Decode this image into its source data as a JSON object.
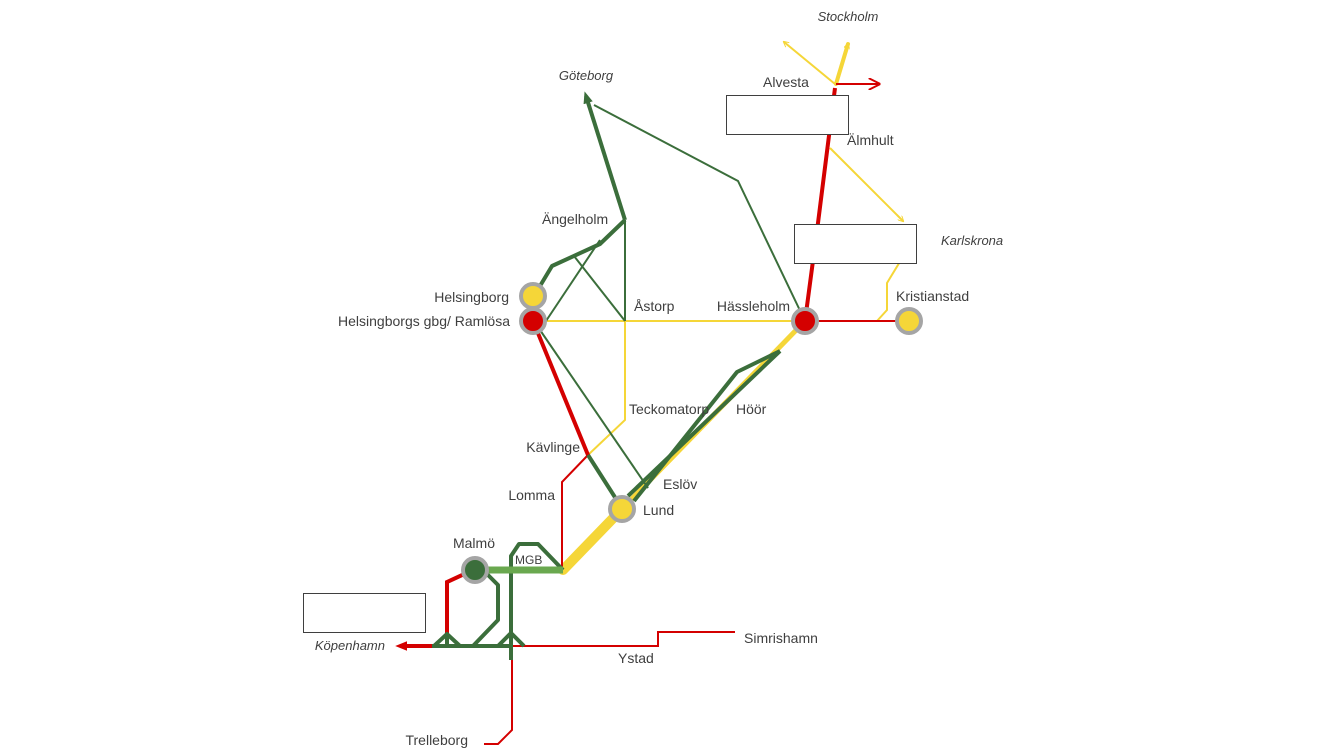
{
  "colors": {
    "green": "#3b6e3b",
    "green_light": "#6aa84f",
    "red": "#d40000",
    "yellow": "#f5d638",
    "ring": "#a5a5a5"
  },
  "stations": {
    "stockholm": "Stockholm",
    "goteborg": "Göteborg",
    "alvesta": "Alvesta",
    "almhult": "Älmhult",
    "karlskrona": "Karlskrona",
    "angelholm": "Ängelholm",
    "helsingborg": "Helsingborg",
    "ramlosa": "Helsingborgs gbg/ Ramlösa",
    "astorp": "Åstorp",
    "hassleholm": "Hässleholm",
    "kristianstad": "Kristianstad",
    "teckomatorp": "Teckomatorp",
    "hoor": "Höör",
    "kavlinge": "Kävlinge",
    "eslov": "Eslöv",
    "lomma": "Lomma",
    "lund": "Lund",
    "malmo": "Malmö",
    "mgb": "MGB",
    "kopenhamn": "Köpenhamn",
    "simrishamn": "Simrishamn",
    "ystad": "Ystad",
    "trelleborg": "Trelleborg"
  }
}
